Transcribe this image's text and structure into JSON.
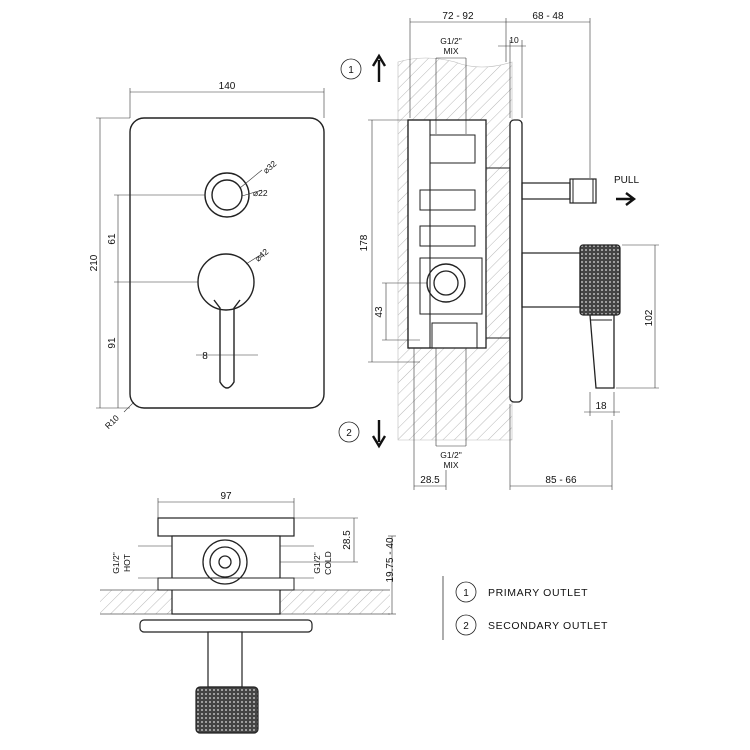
{
  "front_view": {
    "width_label": "140",
    "height_label": "210",
    "dim_61": "61",
    "dim_91": "91",
    "dim_8": "8",
    "radius_label": "R10",
    "dia_32": "⌀32",
    "dia_22": "⌀22",
    "dia_42": "⌀42"
  },
  "side_view": {
    "top_dim_left": "72 - 92",
    "top_dim_right": "68 - 48",
    "thread_top": "G1/2\"",
    "mix_top": "MIX",
    "dim_10": "10",
    "dim_178": "178",
    "dim_43": "43",
    "pull_label": "PULL",
    "dim_102": "102",
    "dim_18": "18",
    "thread_bottom": "G1/2\"",
    "mix_bottom": "MIX",
    "dim_28_5": "28.5",
    "dim_85_66": "85 - 66",
    "marker_1": "1",
    "marker_2": "2"
  },
  "bottom_view": {
    "width_97": "97",
    "hot_thread": "G1/2\"",
    "hot_label": "HOT",
    "cold_thread": "G1/2\"",
    "cold_label": "COLD",
    "dim_28_5": "28.5",
    "dim_19_40": "19.75 - 40"
  },
  "legend": {
    "items": [
      {
        "number": "1",
        "label": "PRIMARY OUTLET"
      },
      {
        "number": "2",
        "label": "SECONDARY OUTLET"
      }
    ]
  }
}
